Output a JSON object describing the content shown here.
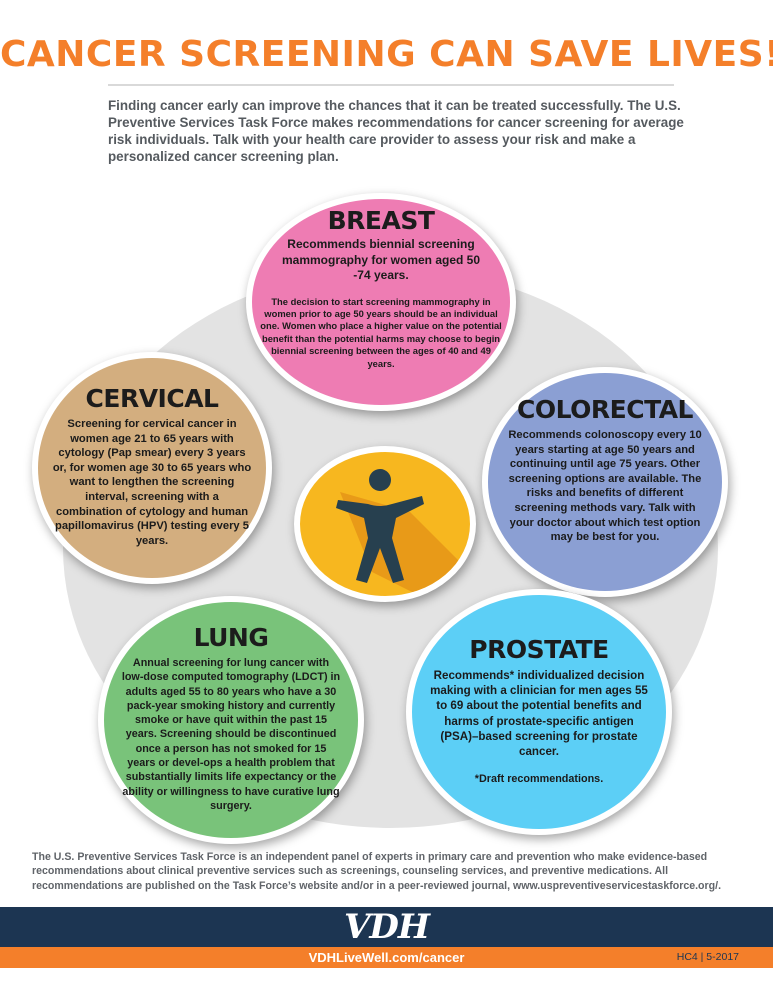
{
  "header": {
    "title": "CANCER SCREENING CAN SAVE LIVES!",
    "intro": "Finding cancer early can improve the chances that it can be treated successfully.  The U.S. Preventive Services Task Force makes recommendations for cancer screening for average risk individuals.  Talk with your health care provider to assess your risk and make a personalized cancer screening plan."
  },
  "colors": {
    "title": "#f47f2a",
    "breast": "#ee7cb3",
    "cervical": "#d3ae7f",
    "colorectal": "#8b9fd3",
    "lung": "#79c37a",
    "prostate": "#5ccff6",
    "center": "#f7b71f",
    "navy": "#1c3552"
  },
  "icons": {
    "center": "person-figure-icon",
    "logo": "vdh-logo"
  },
  "sections": {
    "breast": {
      "heading": "BREAST",
      "main": "Recommends biennial screening mammography for women aged 50 -74 years.",
      "detail": "The decision to start screening mammography in women prior to age 50 years should be an individual one. Women who place a higher value on the potential benefit than the potential harms may choose to begin biennial screening between the ages of 40 and 49 years."
    },
    "cervical": {
      "heading": "CERVICAL",
      "body": "Screening for cervical cancer in women age 21 to 65 years with cytology (Pap smear) every 3 years or, for women age 30 to 65 years who want to lengthen the screening interval, screening with a combination of cytology and human papillomavirus (HPV) testing every 5 years."
    },
    "colorectal": {
      "heading": "COLORECTAL",
      "body": "Recommends colonoscopy every 10 years starting at age 50 years and continuing until age 75 years.  Other screening options are available.  The risks and benefits of different screening methods vary. Talk with your doctor about which test option may be best for you."
    },
    "lung": {
      "heading": "LUNG",
      "body": "Annual screening for lung cancer with low-dose computed tomography (LDCT) in adults aged 55 to 80 years who have a 30 pack-year smoking history and currently smoke or have quit within the past 15 years. Screening should be discontinued once a person has not smoked for 15 years or devel-ops a health problem that substantially limits life expectancy or the ability or willingness to have curative lung surgery."
    },
    "prostate": {
      "heading": "PROSTATE",
      "body": "Recommends* individualized decision making with a clinician for men ages 55 to 69 about the potential benefits and harms of prostate-specific antigen (PSA)–based screening for prostate cancer.",
      "note": "*Draft recommendations."
    }
  },
  "footnote": "The U.S. Preventive Services Task Force is an independent panel of experts in primary care and prevention who make evidence-based recommendations about clinical preventive services such as screenings, counseling services, and preventive medications. All recommendations are published on the Task Force’s website and/or in a peer-reviewed journal, www.uspreventiveservicestaskforce.org/.",
  "footer": {
    "logo": "VDH",
    "url": "VDHLiveWell.com/cancer",
    "code": "HC4 | 5-2017"
  }
}
